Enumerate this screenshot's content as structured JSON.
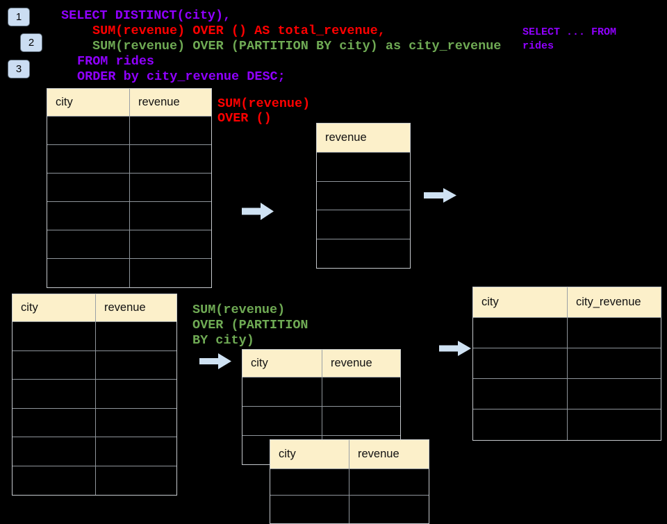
{
  "colors": {
    "background": "#000000",
    "purple": "#9000FF",
    "red": "#FF0000",
    "green": "#6FAA54",
    "table-header-bg": "#FCF0CA",
    "arrow": "#CFE2F3",
    "badge": "#CBDDF2"
  },
  "badges": [
    "1",
    "2",
    "3"
  ],
  "code": {
    "lines": [
      {
        "text": "SELECT DISTINCT(city),"
      },
      {
        "text": "SUM(revenue) OVER () AS total_revenue,"
      },
      {
        "text": "SUM(revenue) OVER (PARTITION BY city) as city_revenue"
      },
      {
        "text": "FROM rides"
      },
      {
        "text": "ORDER by city_revenue DESC;"
      }
    ],
    "side_note": [
      "SELECT ... FROM",
      "rides"
    ]
  },
  "annotations": {
    "total_window": [
      "SUM(revenue)",
      "OVER ()"
    ],
    "partition_window": [
      "SUM(revenue)",
      "OVER (PARTITION",
      "BY city)"
    ]
  },
  "tables": {
    "source_top": {
      "headers": [
        "city",
        "revenue"
      ]
    },
    "total_result": {
      "headers": [
        "revenue"
      ]
    },
    "source_bottom": {
      "headers": [
        "city",
        "revenue"
      ]
    },
    "partition_mid": {
      "headers": [
        "city",
        "revenue"
      ]
    },
    "partition_overlay": {
      "headers": [
        "city",
        "revenue"
      ]
    },
    "final_result": {
      "headers": [
        "city",
        "city_revenue"
      ]
    }
  }
}
